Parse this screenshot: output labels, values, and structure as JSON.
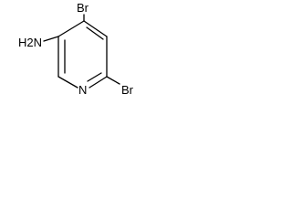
{
  "molecule": {
    "labels": {
      "bromo_top": "Br",
      "amino": "H2N",
      "nitrogen": "N",
      "bromo_right": "Br"
    }
  },
  "colors": {
    "ink": "#000000",
    "background": "#ffffff"
  }
}
